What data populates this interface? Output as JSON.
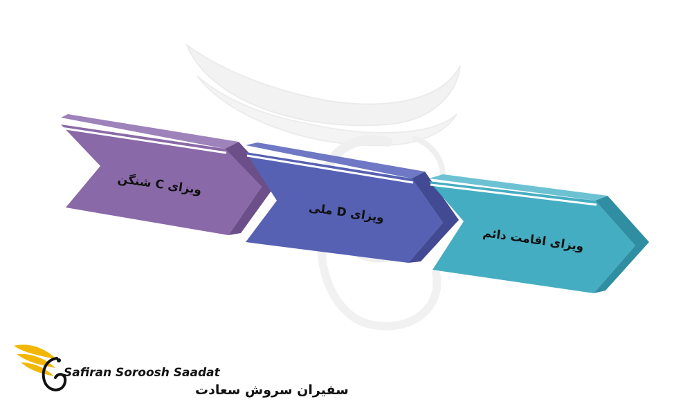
{
  "steps": [
    {
      "label": "ویزای C شنگن",
      "color": "#8a69a8",
      "shade": "#6c4f89"
    },
    {
      "label": "ویزای D ملی",
      "color": "#5661b3",
      "shade": "#414a93"
    },
    {
      "label": "ویزای اقامت دائم",
      "color": "#45adc2",
      "shade": "#2f8ea2"
    }
  ],
  "logo": {
    "latin_name": "Safiran Soroosh Saadat",
    "persian_name": "سفیران سروش سعادت",
    "accent_color": "#f2b705"
  },
  "watermark": {
    "icon": "bird-watermark-icon"
  }
}
